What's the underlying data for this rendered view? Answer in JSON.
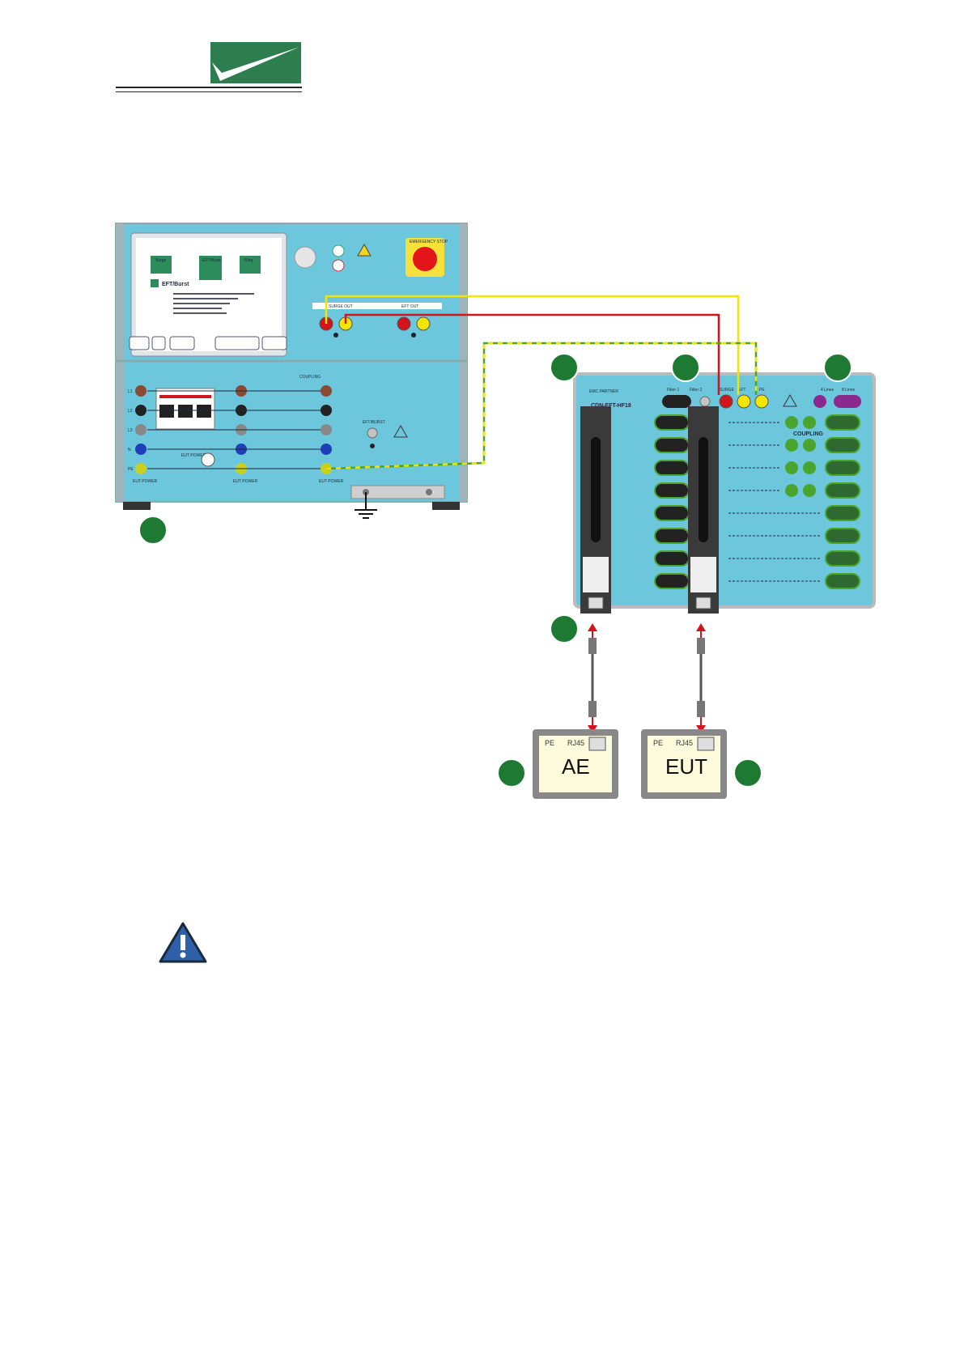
{
  "generator": {
    "screen": {
      "title": "EFT/Burst",
      "tiles": [
        "Surge",
        "EFT/Burst",
        "Ring"
      ]
    },
    "emergency_stop": "EMERGENCY STOP",
    "output_labels": [
      "SURGE OUT",
      "EFT OUT"
    ],
    "panel_labels": {
      "coupling": "COUPLING",
      "eft_burst": "EFT/BURST",
      "eut_power_left": "EUT POWER",
      "eut_power_mid": "EUT POWER",
      "eut_power_right": "EUT POWER",
      "eut_power_switch": "EUT POWER",
      "lines": [
        "L1",
        "L2",
        "L3",
        "N",
        "PE"
      ]
    }
  },
  "cdn": {
    "title": "CDN-EFT-HF18",
    "brand": "EMC PARTNER",
    "top_labels": [
      "Filter 1",
      "Filter 2",
      "SURGE",
      "EFT",
      "PE",
      "4 Lines",
      "8 Lines"
    ],
    "coupling_label": "COUPLING"
  },
  "boxes": {
    "ae": {
      "label": "AE",
      "port_left": "PE",
      "port_right": "RJ45"
    },
    "eut": {
      "label": "EUT",
      "port_left": "PE",
      "port_right": "RJ45"
    }
  },
  "colors": {
    "panel": "#6cc7dc",
    "callout": "#1e7a32",
    "surge_wire": "#d0161c",
    "eft_wire": "#f2e600",
    "pe_wire": "#4aa52f",
    "warning": "#2f5fa9"
  }
}
